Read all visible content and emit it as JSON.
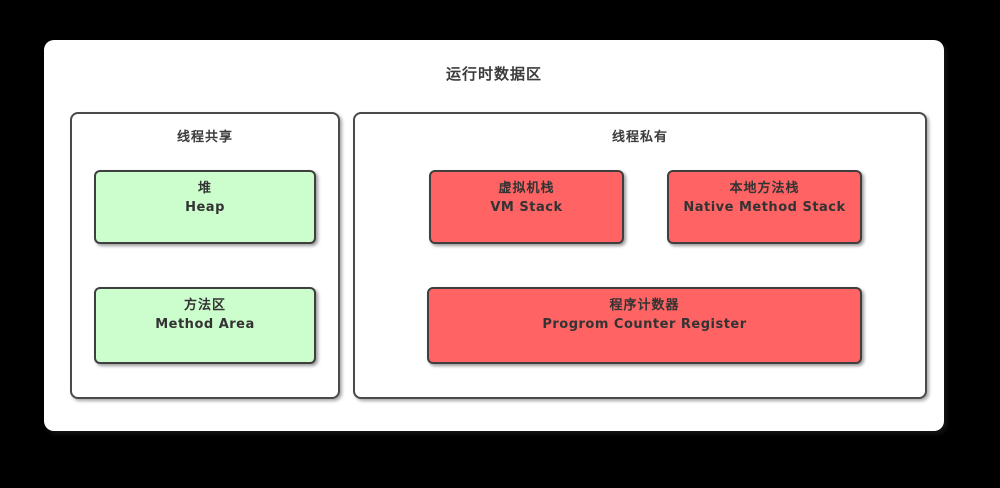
{
  "diagram": {
    "title": "运行时数据区",
    "groups": [
      {
        "label": "线程共享",
        "nodes": [
          {
            "zh": "堆",
            "en": "Heap",
            "color": "#ccfdcc"
          },
          {
            "zh": "方法区",
            "en": "Method Area",
            "color": "#ccfdcc"
          }
        ]
      },
      {
        "label": "线程私有",
        "nodes": [
          {
            "zh": "虚拟机栈",
            "en": "VM Stack",
            "color": "#ff6363"
          },
          {
            "zh": "本地方法栈",
            "en": "Native Method Stack",
            "color": "#ff6363"
          },
          {
            "zh": "程序计数器",
            "en": "Progrom Counter Register",
            "color": "#ff6363"
          }
        ]
      }
    ],
    "colors": {
      "page_background": "#000000",
      "canvas_background": "#ffffff",
      "node_green": "#ccfdcc",
      "node_red": "#ff6363",
      "border": "#3f3f3f",
      "text": "#333333"
    }
  }
}
